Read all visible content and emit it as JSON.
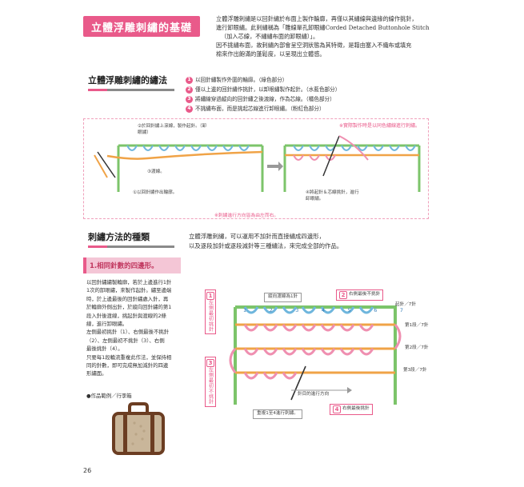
{
  "header": {
    "title": "立體浮雕刺繡的基礎",
    "intro": [
      "立體浮雕刺繡是以回針繡於布面上製作輪廓，再僅以其繡線與邊緣的線作挑針，",
      "進行卸眼繡。此刺繡稱為「雛線單孔卸眼繡Corded Detached Buttonhole Stitch",
      "（加入芯線，不繡繡布面的卸眼繡）」。",
      "因不挑繡布面，故刺繡內部會呈空洞狀態為其特徵，是藉由塞入不織布或填充",
      "棉來作出飽滿的蓬鬆度，以呈現出立體感。"
    ]
  },
  "section1": {
    "heading": "立體浮雕刺繡的繡法",
    "steps": [
      {
        "num": "1",
        "text": "以回針繡製作外圍的輪廓。（綠色部分）"
      },
      {
        "num": "2",
        "text": "僅以上邊的回針繡作挑針，以卸眼繡製作起針。（水藍色部分）"
      },
      {
        "num": "3",
        "text": "將繡線穿過縱向的回針繡之後渡線，作為芯線。（橘色部分）"
      },
      {
        "num": "4",
        "text": "不挑繡布面，而是挑起芯線進行卸眼繡。（粉紅色部分）"
      }
    ],
    "diagram_note": "※實際製作時是以同色繡線進行刺繡。",
    "labels": {
      "l2": "②於回針繡上滾線，製作起針。（卸眼繡）",
      "l3": "③渡線。",
      "l1": "①以回針繡作出輪廓。",
      "l4": "④將起針＆芯線挑針，進行卸眼繡。"
    },
    "direction_note": "※刺繡進行方向皆為由左而右。"
  },
  "section2": {
    "heading": "刺繡方法的種類",
    "intro": [
      "立體浮雕刺繡，可以運用不加針而直接繡成四邊形，",
      "以及逐段加針或逐段減針等三種繡法，來完成全部的作品。"
    ],
    "sub_banner": "1.相同針數的四邊形。",
    "body": [
      "以回針繡繡製輪廓，若於上邊進行1針",
      "1次的卸眼繡，來製作起針。繡至邊端",
      "時，於上邊最後的回針繡處入針，再",
      "於輪廓外側出針，於縱向回針繡的第1",
      "段入針後渡線，挑起針與渡線的2條",
      "線，進行卸眼繡。",
      "左側最初挑針（1）、右側最後不挑針",
      "（2）、左側最初不挑針（3）、右側",
      "最後挑針（4）。",
      "只要每1段輪流重複此作法，並保持相",
      "同的針數，即可完成無加減針的四邊",
      "形繡面。"
    ],
    "work_example": "●作品範例／行李箱",
    "figure_labels": {
      "top_left": "縱向渡線為1針",
      "left1_num": "1",
      "left1": "左側最初挑針",
      "left3_num": "3",
      "left3": "左側最初不挑針",
      "right2_num": "2",
      "right2": "右側最後不挑針",
      "start": "起針／7針",
      "row1": "第1段／7針",
      "row2": "第2段／7針",
      "row3": "第3段／7針",
      "arrow": "針目的進行方向",
      "bottom": "重複1至4進行刺繡。",
      "right4_num": "4",
      "right4": "右側最後挑針"
    },
    "numbers": [
      "1",
      "2",
      "3",
      "4",
      "5",
      "6",
      "7"
    ]
  },
  "footer": {
    "page": "26"
  },
  "colors": {
    "accent": "#e95a8a",
    "green": "#7cc46a",
    "blue": "#6fb6dd",
    "orange": "#f0a347",
    "pink": "#ef8fb0",
    "brown": "#6b3d22"
  }
}
